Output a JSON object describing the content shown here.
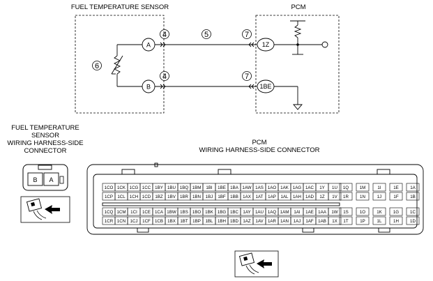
{
  "sensor": {
    "title": "FUEL TEMPERATURE SENSOR",
    "pins": [
      "A",
      "B"
    ],
    "wire_marks": [
      "4",
      "4"
    ],
    "resistor_mark": "6"
  },
  "pcm": {
    "title": "PCM",
    "pins": [
      "1Z",
      "1BE"
    ],
    "wire_marks": [
      "7",
      "7"
    ],
    "harness_mark": "5"
  },
  "sensor_connector": {
    "label_lines": [
      "FUEL TEMPERATURE",
      "SENSOR",
      "WIRING HARNESS-SIDE",
      "CONNECTOR"
    ],
    "pins": [
      "B",
      "A"
    ]
  },
  "pcm_connector": {
    "label_lines": [
      "PCM",
      "WIRING HARNESS-SIDE CONNECTOR"
    ],
    "left_block": [
      [
        "1CO",
        "1CK",
        "1CG",
        "1CC",
        "1BY",
        "1BU",
        "1BQ",
        "1BM",
        "1BI",
        "1BE",
        "1BA",
        "1AW",
        "1AS",
        "1AO",
        "1AK",
        "1AG",
        "1AC",
        "1Y",
        "1U"
      ],
      [
        "1CP",
        "1CL",
        "1CH",
        "1CD",
        "1BZ",
        "1BV",
        "1BR",
        "1BN",
        "1BJ",
        "1BF",
        "1BB",
        "1AX",
        "1AT",
        "1AP",
        "1AL",
        "1AH",
        "1AD",
        "1Z",
        "1V"
      ],
      [
        "1CQ",
        "1CM",
        "1CI",
        "1CE",
        "1CA",
        "1BW",
        "1BS",
        "1BO",
        "1BK",
        "1BG",
        "1BC",
        "1AY",
        "1AU",
        "1AQ",
        "1AM",
        "1AI",
        "1AE",
        "1AA",
        "1W"
      ],
      [
        "1CR",
        "1CN",
        "1CJ",
        "1CF",
        "1CB",
        "1BX",
        "1BT",
        "1BP",
        "1BL",
        "1BH",
        "1BD",
        "1AZ",
        "1AV",
        "1AR",
        "1AN",
        "1AJ",
        "1AF",
        "1AB",
        "1X"
      ]
    ],
    "right_block": [
      [
        "1Q",
        "1M",
        "1I",
        "1E",
        "1A"
      ],
      [
        "1R",
        "1N",
        "1J",
        "1F",
        "1B"
      ],
      [
        "1S",
        "1O",
        "1K",
        "1G",
        "1C"
      ],
      [
        "1T",
        "1P",
        "1L",
        "1H",
        "1D"
      ]
    ]
  }
}
